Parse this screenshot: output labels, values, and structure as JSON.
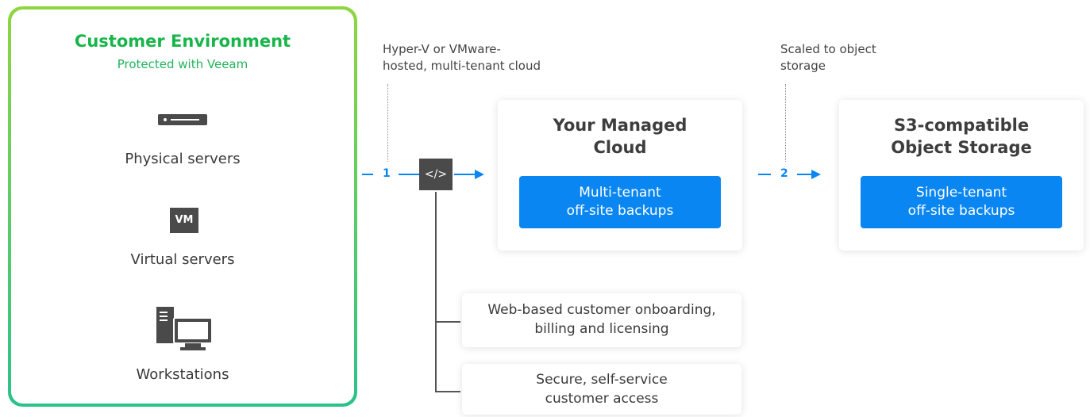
{
  "customer_env": {
    "title": "Customer Environment",
    "subtitle": "Protected with Veeam",
    "items": [
      {
        "label": "Physical servers",
        "icon": "server-icon"
      },
      {
        "label": "Virtual servers",
        "icon": "vm-icon",
        "badge": "VM"
      },
      {
        "label": "Workstations",
        "icon": "workstation-icon"
      }
    ]
  },
  "steps": [
    {
      "number": "1",
      "note": [
        "Hyper-V or VMware-",
        "hosted, multi-tenant cloud"
      ]
    },
    {
      "number": "2",
      "note": [
        "Scaled to object",
        "storage"
      ]
    }
  ],
  "code_icon": "</>",
  "managed_cloud": {
    "title": [
      "Your Managed",
      "Cloud"
    ],
    "box": [
      "Multi-tenant",
      "off-site backups"
    ]
  },
  "object_storage": {
    "title": [
      "S3-compatible",
      "Object Storage"
    ],
    "box": [
      "Single-tenant",
      "off-site backups"
    ]
  },
  "portal_features": [
    [
      "Web-based customer onboarding,",
      "billing and licensing"
    ],
    [
      "Secure, self-service",
      "customer access"
    ]
  ],
  "colors": {
    "accent_blue": "#0a86f2",
    "green": "#18b54a",
    "dark_icon": "#4a4a4a"
  }
}
